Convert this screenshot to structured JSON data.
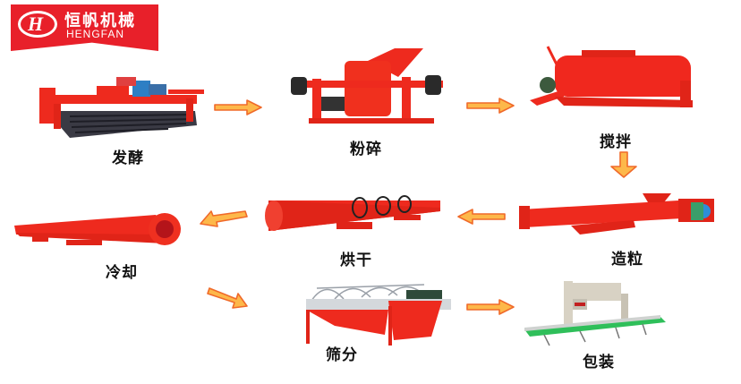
{
  "logo": {
    "emblem_glyph": "H",
    "brand_cn": "恒帆机械",
    "brand_en": "HENGFAN"
  },
  "steps": [
    {
      "id": "fermentation",
      "label": "发酵",
      "machine": "compost-turner"
    },
    {
      "id": "crushing",
      "label": "粉碎",
      "machine": "crusher"
    },
    {
      "id": "mixing",
      "label": "搅拌",
      "machine": "horizontal-mixer"
    },
    {
      "id": "granulation",
      "label": "造粒",
      "machine": "granulator"
    },
    {
      "id": "drying",
      "label": "烘干",
      "machine": "rotary-dryer"
    },
    {
      "id": "cooling",
      "label": "冷却",
      "machine": "rotary-cooler"
    },
    {
      "id": "screening",
      "label": "筛分",
      "machine": "drum-screener"
    },
    {
      "id": "packaging",
      "label": "包装",
      "machine": "packing-machine"
    }
  ],
  "flow": [
    "发酵",
    "粉碎",
    "搅拌",
    "造粒",
    "烘干",
    "冷却",
    "筛分",
    "包装"
  ],
  "colors": {
    "brand_red": "#e8202a",
    "machine_red": "#ee2a1e",
    "arrow_fill": "#fdb84a",
    "arrow_stroke": "#f06a2a",
    "conveyor_green": "#2fbf5a",
    "packer_beige": "#d8d2c4"
  }
}
